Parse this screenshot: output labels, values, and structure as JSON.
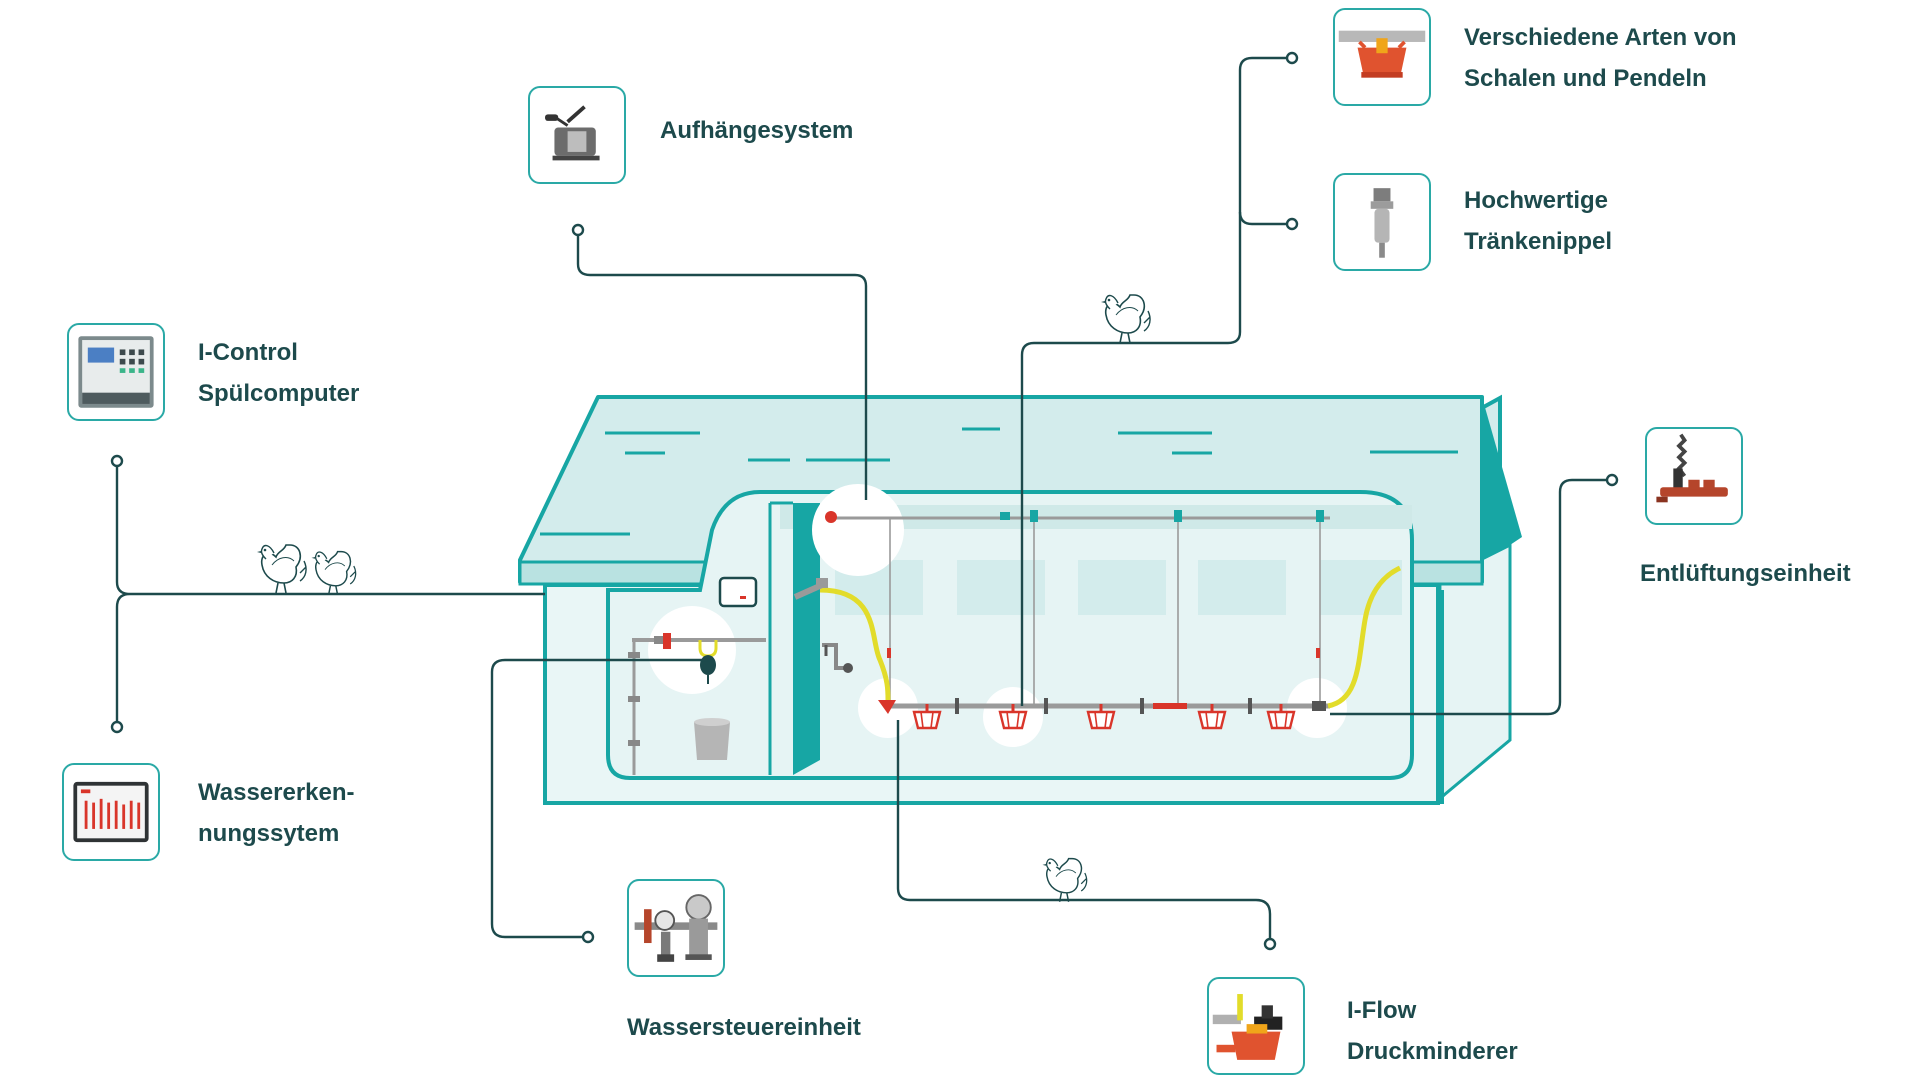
{
  "colors": {
    "teal": "#17a6a4",
    "teal_light": "#d3ecec",
    "teal_wall": "#e6f4f4",
    "line": "#1d4a4c",
    "text": "#1d4a4c",
    "cup_red": "#d9352a",
    "hose_yellow": "#e2dc2a",
    "pipe_grey": "#9a9a9a"
  },
  "components": {
    "suspension": {
      "lines": [
        "Aufhängesystem"
      ],
      "icon": "winch-icon"
    },
    "cups": {
      "lines": [
        "Verschiedene Arten von",
        "Schalen und Pendeln"
      ],
      "icon": "drinker-cup-icon"
    },
    "nipples": {
      "lines": [
        "Hochwertige",
        "Tränkenippel"
      ],
      "icon": "nipple-icon"
    },
    "icontrol": {
      "lines": [
        "I-Control",
        "Spülcomputer"
      ],
      "icon": "control-computer-icon"
    },
    "venting": {
      "lines": [
        "Entlüftungseinheit"
      ],
      "icon": "vent-unit-icon"
    },
    "detection": {
      "lines": [
        "Wassererken-",
        "nungssytem"
      ],
      "icon": "detection-screen-icon"
    },
    "water_control": {
      "lines": [
        "Wassersteuereinheit"
      ],
      "icon": "water-meter-icon"
    },
    "iflow": {
      "lines": [
        "I-Flow",
        "Druckminderer"
      ],
      "icon": "pressure-regulator-icon"
    }
  }
}
